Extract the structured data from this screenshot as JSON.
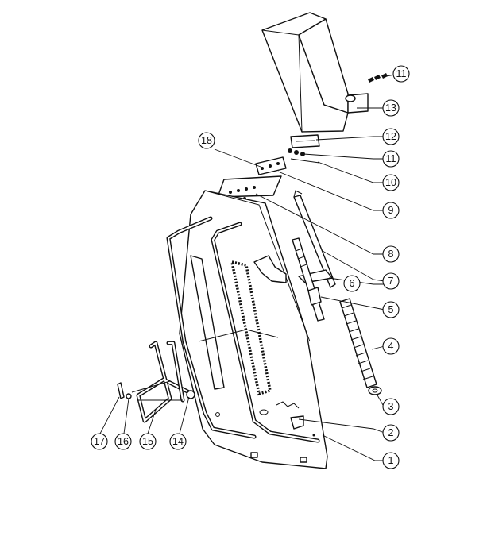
{
  "callouts": [
    {
      "id": "c1",
      "label": "1"
    },
    {
      "id": "c2",
      "label": "2"
    },
    {
      "id": "c3",
      "label": "3"
    },
    {
      "id": "c4",
      "label": "4"
    },
    {
      "id": "c5",
      "label": "5"
    },
    {
      "id": "c6",
      "label": "6"
    },
    {
      "id": "c7",
      "label": "7"
    },
    {
      "id": "c8",
      "label": "8"
    },
    {
      "id": "c9",
      "label": "9"
    },
    {
      "id": "c10",
      "label": "10"
    },
    {
      "id": "c11a",
      "label": "11"
    },
    {
      "id": "c11b",
      "label": "11"
    },
    {
      "id": "c12",
      "label": "12"
    },
    {
      "id": "c13",
      "label": "13"
    },
    {
      "id": "c14",
      "label": "14"
    },
    {
      "id": "c15",
      "label": "15"
    },
    {
      "id": "c16",
      "label": "16"
    },
    {
      "id": "c17",
      "label": "17"
    },
    {
      "id": "c18",
      "label": "18"
    }
  ]
}
